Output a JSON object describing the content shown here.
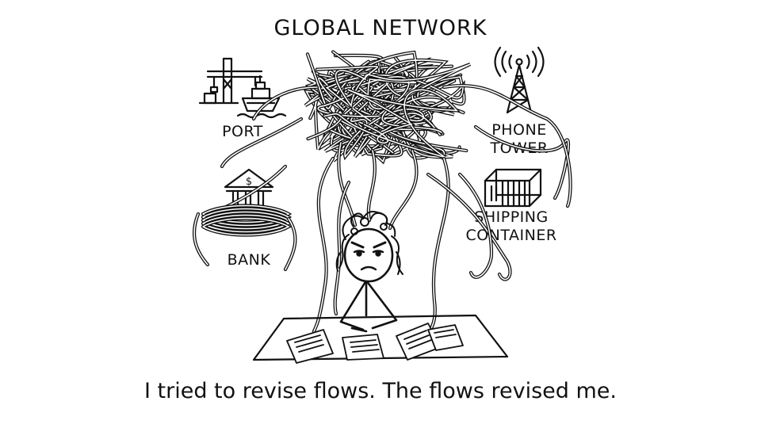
{
  "title": "GLOBAL NETWORK",
  "labels": {
    "port": "PORT",
    "phone_tower_line1": "PHONE",
    "phone_tower_line2": "TOWER",
    "bank": "BANK",
    "shipping_line1": "SHIPPING",
    "shipping_line2": "CONTAINER",
    "bank_symbol": "$"
  },
  "caption": "I tried to revise flows. The flows revised me.",
  "colors": {
    "ink": "#111111",
    "paper": "#ffffff"
  },
  "icons": [
    "port-crane-icon",
    "ship-icon",
    "phone-tower-icon",
    "bank-icon",
    "shipping-container-icon",
    "stick-figure-icon",
    "tangled-cables-icon",
    "papers-icon"
  ]
}
